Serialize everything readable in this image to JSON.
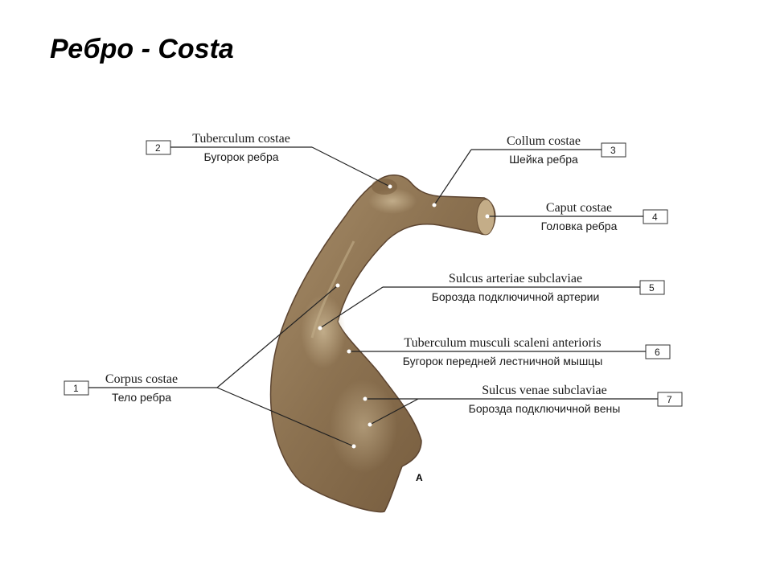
{
  "title": "Ребро - Costa",
  "panel_letter": "A",
  "labels": [
    {
      "number": "1",
      "latin": "Corpus costae",
      "russian": "Тело ребра"
    },
    {
      "number": "2",
      "latin": "Tuberculum costae",
      "russian": "Бугорок ребра"
    },
    {
      "number": "3",
      "latin": "Collum costae",
      "russian": "Шейка ребра"
    },
    {
      "number": "4",
      "latin": "Caput costae",
      "russian": "Головка ребра"
    },
    {
      "number": "5",
      "latin": "Sulcus arteriae subclaviae",
      "russian": "Борозда подключичной артерии"
    },
    {
      "number": "6",
      "latin": "Tuberculum musculi scaleni anterioris",
      "russian": "Бугорок передней лестничной мышцы"
    },
    {
      "number": "7",
      "latin": "Sulcus venae subclaviae",
      "russian": "Борозда подключичной вены"
    }
  ],
  "colors": {
    "bone": "#8b7150",
    "bone_light": "#b09a78",
    "bone_dark": "#6b5238"
  }
}
